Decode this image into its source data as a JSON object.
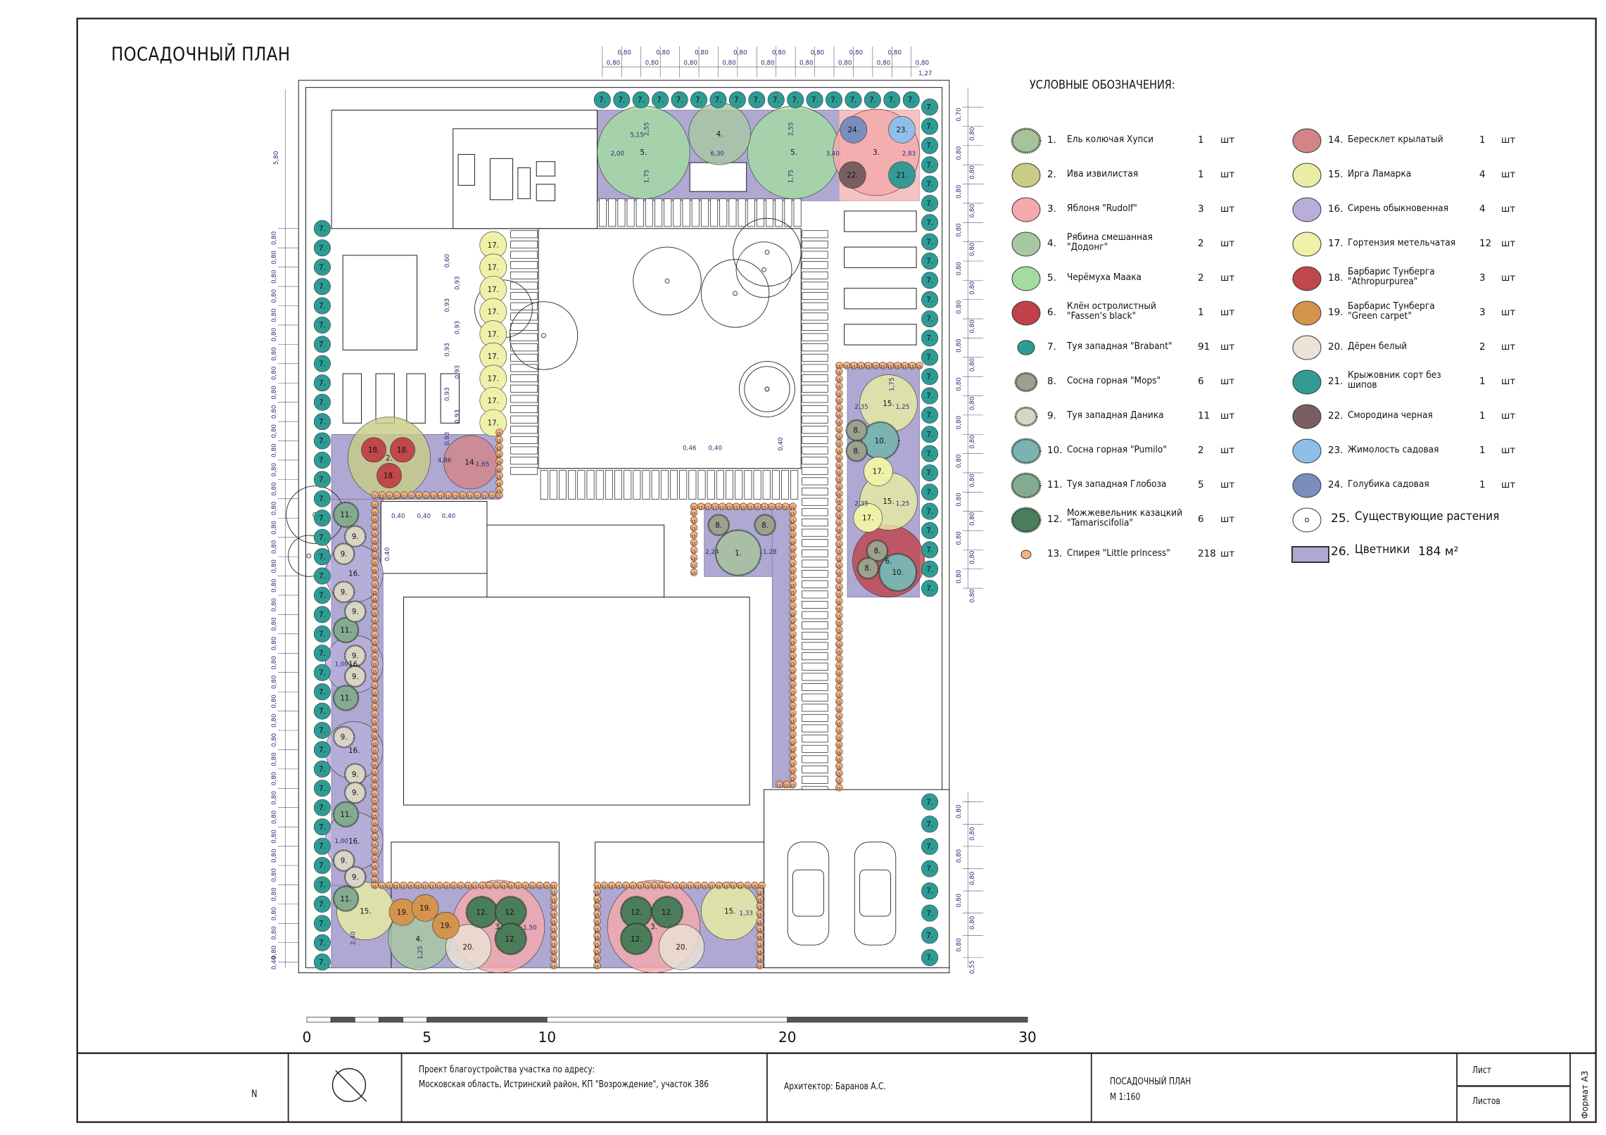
{
  "title": "ПОСАДОЧНЫЙ ПЛАН",
  "legend": {
    "title": "УСЛОВНЫЕ ОБОЗНАЧЕНИЯ:",
    "items": [
      {
        "num": "1.",
        "name": "Ель колючая Хупси",
        "name2": "",
        "qty": "1",
        "unit": "шт",
        "color": "#a6c39a",
        "symbol": "conifer"
      },
      {
        "num": "2.",
        "name": "Ива извилистая",
        "name2": "",
        "qty": "1",
        "unit": "шт",
        "color": "#c9cc86",
        "symbol": "deciduous"
      },
      {
        "num": "3.",
        "name": "Яблоня \"Rudolf\"",
        "name2": "",
        "qty": "3",
        "unit": "шт",
        "color": "#f5a9ab",
        "symbol": "deciduous"
      },
      {
        "num": "4.",
        "name": "Рябина смешанная",
        "name2": "\"Додонг\"",
        "qty": "2",
        "unit": "шт",
        "color": "#a9c7a3",
        "symbol": "deciduous"
      },
      {
        "num": "5.",
        "name": "Черёмуха Маака",
        "name2": "",
        "qty": "2",
        "unit": "шт",
        "color": "#a3dca0",
        "symbol": "deciduous"
      },
      {
        "num": "6.",
        "name": "Клён остролистный",
        "name2": "\"Fassen's black\"",
        "qty": "1",
        "unit": "шт",
        "color": "#c0414a",
        "symbol": "deciduous"
      },
      {
        "num": "7.",
        "name": "Туя западная \"Brabant\"",
        "name2": "",
        "qty": "91",
        "unit": "шт",
        "color": "#2e9c95",
        "symbol": "small"
      },
      {
        "num": "8.",
        "name": "Сосна горная \"Mops\"",
        "name2": "",
        "qty": "6",
        "unit": "шт",
        "color": "#9ca08e",
        "symbol": "conifer-small"
      },
      {
        "num": "9.",
        "name": "Туя западная Даника",
        "name2": "",
        "qty": "11",
        "unit": "шт",
        "color": "#d9d4c6",
        "symbol": "conifer-small"
      },
      {
        "num": "10.",
        "name": "Сосна горная \"Pumilo\"",
        "name2": "",
        "qty": "2",
        "unit": "шт",
        "color": "#7ab3b1",
        "symbol": "conifer"
      },
      {
        "num": "11.",
        "name": "Туя западная Глобоза",
        "name2": "",
        "qty": "5",
        "unit": "шт",
        "color": "#84ab90",
        "symbol": "conifer"
      },
      {
        "num": "12.",
        "name": "Можжевельник казацкий",
        "name2": "\"Tamariscifolia\"",
        "qty": "6",
        "unit": "шт",
        "color": "#4b7d5b",
        "symbol": "conifer"
      },
      {
        "num": "13.",
        "name": "Спирея \"Little princess\"",
        "name2": "",
        "qty": "218",
        "unit": "шт",
        "color": "#f6b27f",
        "symbol": "tiny"
      },
      {
        "num": "14.",
        "name": "Бересклет крылатый",
        "name2": "",
        "qty": "1",
        "unit": "шт",
        "color": "#d28488",
        "symbol": "deciduous"
      },
      {
        "num": "15.",
        "name": "Ирга Ламарка",
        "name2": "",
        "qty": "4",
        "unit": "шт",
        "color": "#eaeda3",
        "symbol": "deciduous"
      },
      {
        "num": "16.",
        "name": "Сирень обыкновенная",
        "name2": "",
        "qty": "4",
        "unit": "шт",
        "color": "#b9aedb",
        "symbol": "deciduous"
      },
      {
        "num": "17.",
        "name": "Гортензия метельчатая",
        "name2": "",
        "qty": "12",
        "unit": "шт",
        "color": "#eff1a9",
        "symbol": "deciduous"
      },
      {
        "num": "18.",
        "name": "Барбарис Тунберга",
        "name2": "\"Athropurpurea\"",
        "qty": "3",
        "unit": "шт",
        "color": "#c0474a",
        "symbol": "deciduous"
      },
      {
        "num": "19.",
        "name": "Барбарис Тунберга",
        "name2": "\"Green carpet\"",
        "qty": "3",
        "unit": "шт",
        "color": "#d4944c",
        "symbol": "deciduous"
      },
      {
        "num": "20.",
        "name": "Дёрен белый",
        "name2": "",
        "qty": "2",
        "unit": "шт",
        "color": "#ebe4d5",
        "symbol": "deciduous"
      },
      {
        "num": "21.",
        "name": "Крыжовник сорт без",
        "name2": "шипов",
        "qty": "1",
        "unit": "шт",
        "color": "#339b94",
        "symbol": "deciduous"
      },
      {
        "num": "22.",
        "name": "Смородина черная",
        "name2": "",
        "qty": "1",
        "unit": "шт",
        "color": "#7b5e62",
        "symbol": "deciduous"
      },
      {
        "num": "23.",
        "name": "Жимолость садовая",
        "name2": "",
        "qty": "1",
        "unit": "шт",
        "color": "#8fbfe8",
        "symbol": "deciduous"
      },
      {
        "num": "24.",
        "name": "Голубика садовая",
        "name2": "",
        "qty": "1",
        "unit": "шт",
        "color": "#7b8dbf",
        "symbol": "deciduous"
      }
    ],
    "existing": {
      "num": "25.",
      "name": "Существующие растения",
      "color": "#ffffff"
    },
    "flowerbeds": {
      "num": "26.",
      "name": "Цветники",
      "area": "184 м²",
      "color": "#aea8d3"
    }
  },
  "dimensions": {
    "hedge_step": "0,80",
    "top_offset": "1,27",
    "right_top": "0,70",
    "right_bottom": "0,55",
    "left_bottom": "0,40",
    "left_total": "5,80",
    "hydrangea_step": "0,93",
    "hydrangea_start": "0,60",
    "d_0_46": "0,46",
    "d_0_40": "0,40",
    "d_5_15": "5,15",
    "d_6_30": "6,30",
    "d_2_00": "2,00",
    "d_2_55": "2,55",
    "d_1_75": "1,75",
    "d_2_83": "2,83",
    "d_3_40": "3,40",
    "d_2_35": "2,35",
    "d_1_25": "1,25",
    "d_4_86": "4,86",
    "d_1_65": "1,65",
    "d_2_24": "2,24",
    "d_1_28": "1,28",
    "d_2_40": "2,40",
    "d_1_50": "1,50",
    "d_1_33": "1,33",
    "d_1_00": "1,00"
  },
  "scale_bar": {
    "labels": [
      "0",
      "5",
      "10",
      "20",
      "30"
    ],
    "marks_m": [
      0,
      5,
      10,
      20,
      30
    ]
  },
  "title_block": {
    "north_label": "N",
    "project_line1": "Проект благоустройства участка по адресу:",
    "project_line2": "Московская область, Истринский район, КП \"Возрождение\", участок 386",
    "architect": "Архитектор: Баранов А.С.",
    "sheet_title": "ПОСАДОЧНЫЙ ПЛАН",
    "sheet_scale": "М 1:160",
    "sheet_label": "Лист",
    "sheets_label": "Листов",
    "format": "Формат А3"
  }
}
